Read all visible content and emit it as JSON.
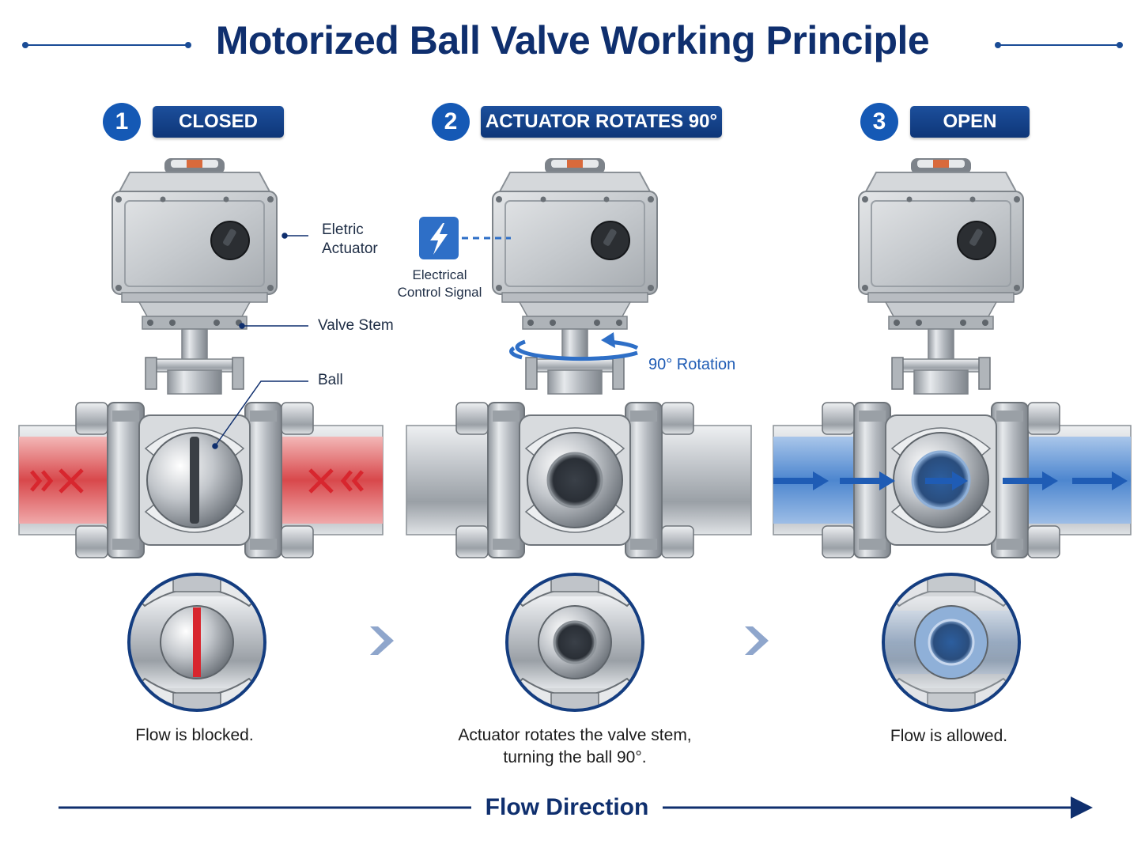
{
  "title": "Motorized Ball Valve Working Principle",
  "steps": [
    {
      "number": "1",
      "label": "CLOSED",
      "caption": "Flow is blocked.",
      "state": "closed"
    },
    {
      "number": "2",
      "label": "ACTUATOR ROTATES 90°",
      "caption_line1": "Actuator rotates the valve stem,",
      "caption_line2": "turning the ball 90°.",
      "state": "rotating"
    },
    {
      "number": "3",
      "label": "OPEN",
      "caption": "Flow is allowed.",
      "state": "open"
    }
  ],
  "callouts": {
    "actuator_line1": "Eletric",
    "actuator_line2": "Actuator",
    "stem": "Valve Stem",
    "ball": "Ball",
    "signal_line1": "Electrical",
    "signal_line2": "Control Signal",
    "rotation": "90° Rotation"
  },
  "footer": {
    "flow_direction": "Flow Direction"
  },
  "colors": {
    "navy": "#0f2f6e",
    "accent_blue": "#1559b5",
    "blocked_red": "#d8262e",
    "flow_blue": "#3f7fcf",
    "steel": "#b9bec4"
  },
  "icons": [
    "lightning-icon",
    "chevron-right-icon",
    "arrow-right-icon",
    "rotation-arrow-icon"
  ]
}
